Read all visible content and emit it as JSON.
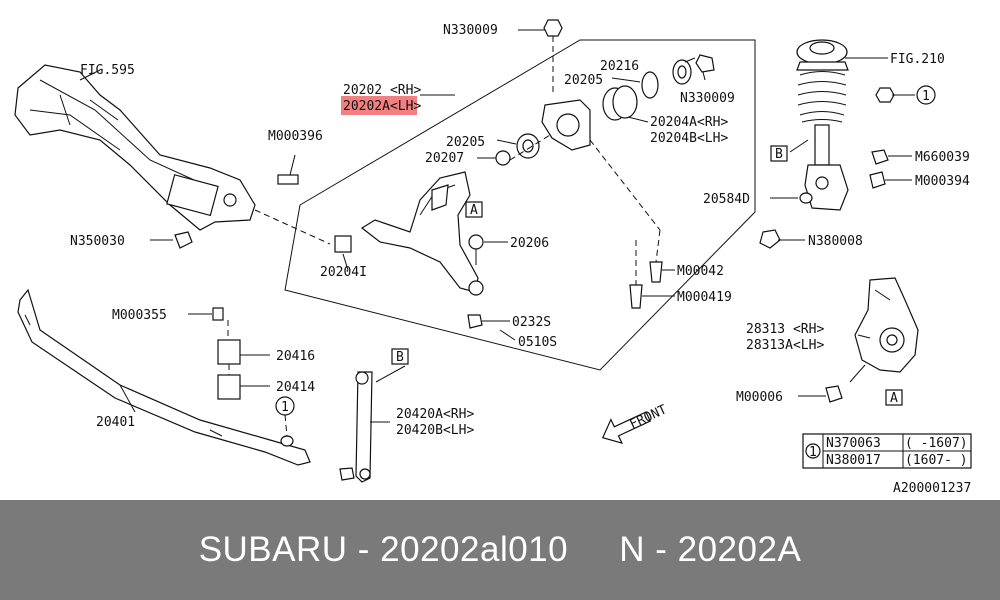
{
  "diagram": {
    "labels": {
      "n330009_top": "N330009",
      "fig595": "FIG.595",
      "fig210": "FIG.210",
      "p20202_rh": "20202 <RH>",
      "p20202a_lh": "20202A<LH>",
      "p20216": "20216",
      "p20205_top": "20205",
      "n330009_mid": "N330009",
      "p20204a": "20204A<RH>",
      "p20204b": "20204B<LH>",
      "m000396": "M000396",
      "p20205_mid": "20205",
      "p20207": "20207",
      "m660039": "M660039",
      "m000394": "M000394",
      "p20584d": "20584D",
      "p20206": "20206",
      "n350030": "N350030",
      "n380008": "N380008",
      "p20204i": "20204I",
      "m00042": "M00042",
      "m000419": "M000419",
      "m000355": "M000355",
      "p0232s": "0232S",
      "p28313": "28313 <RH>",
      "p28313a": "28313A<LH>",
      "p0510s": "0510S",
      "p20416": "20416",
      "p20414": "20414",
      "m00006": "M00006",
      "p20401": "20401",
      "p20420a": "20420A<RH>",
      "p20420b": "20420B<LH>",
      "front": "FRONT",
      "diagram_id": "A200001237"
    },
    "ref_markers": {
      "circle_1": "1",
      "box_a": "A",
      "box_b": "B"
    },
    "legend_table": {
      "key": "1",
      "rows": [
        {
          "part": "N370063",
          "range": "( -1607)"
        },
        {
          "part": "N380017",
          "range": "(1607- )"
        }
      ]
    },
    "highlight_color": "#f06a6a"
  },
  "footer": {
    "text": "SUBARU - 20202al010     N - 20202A"
  }
}
